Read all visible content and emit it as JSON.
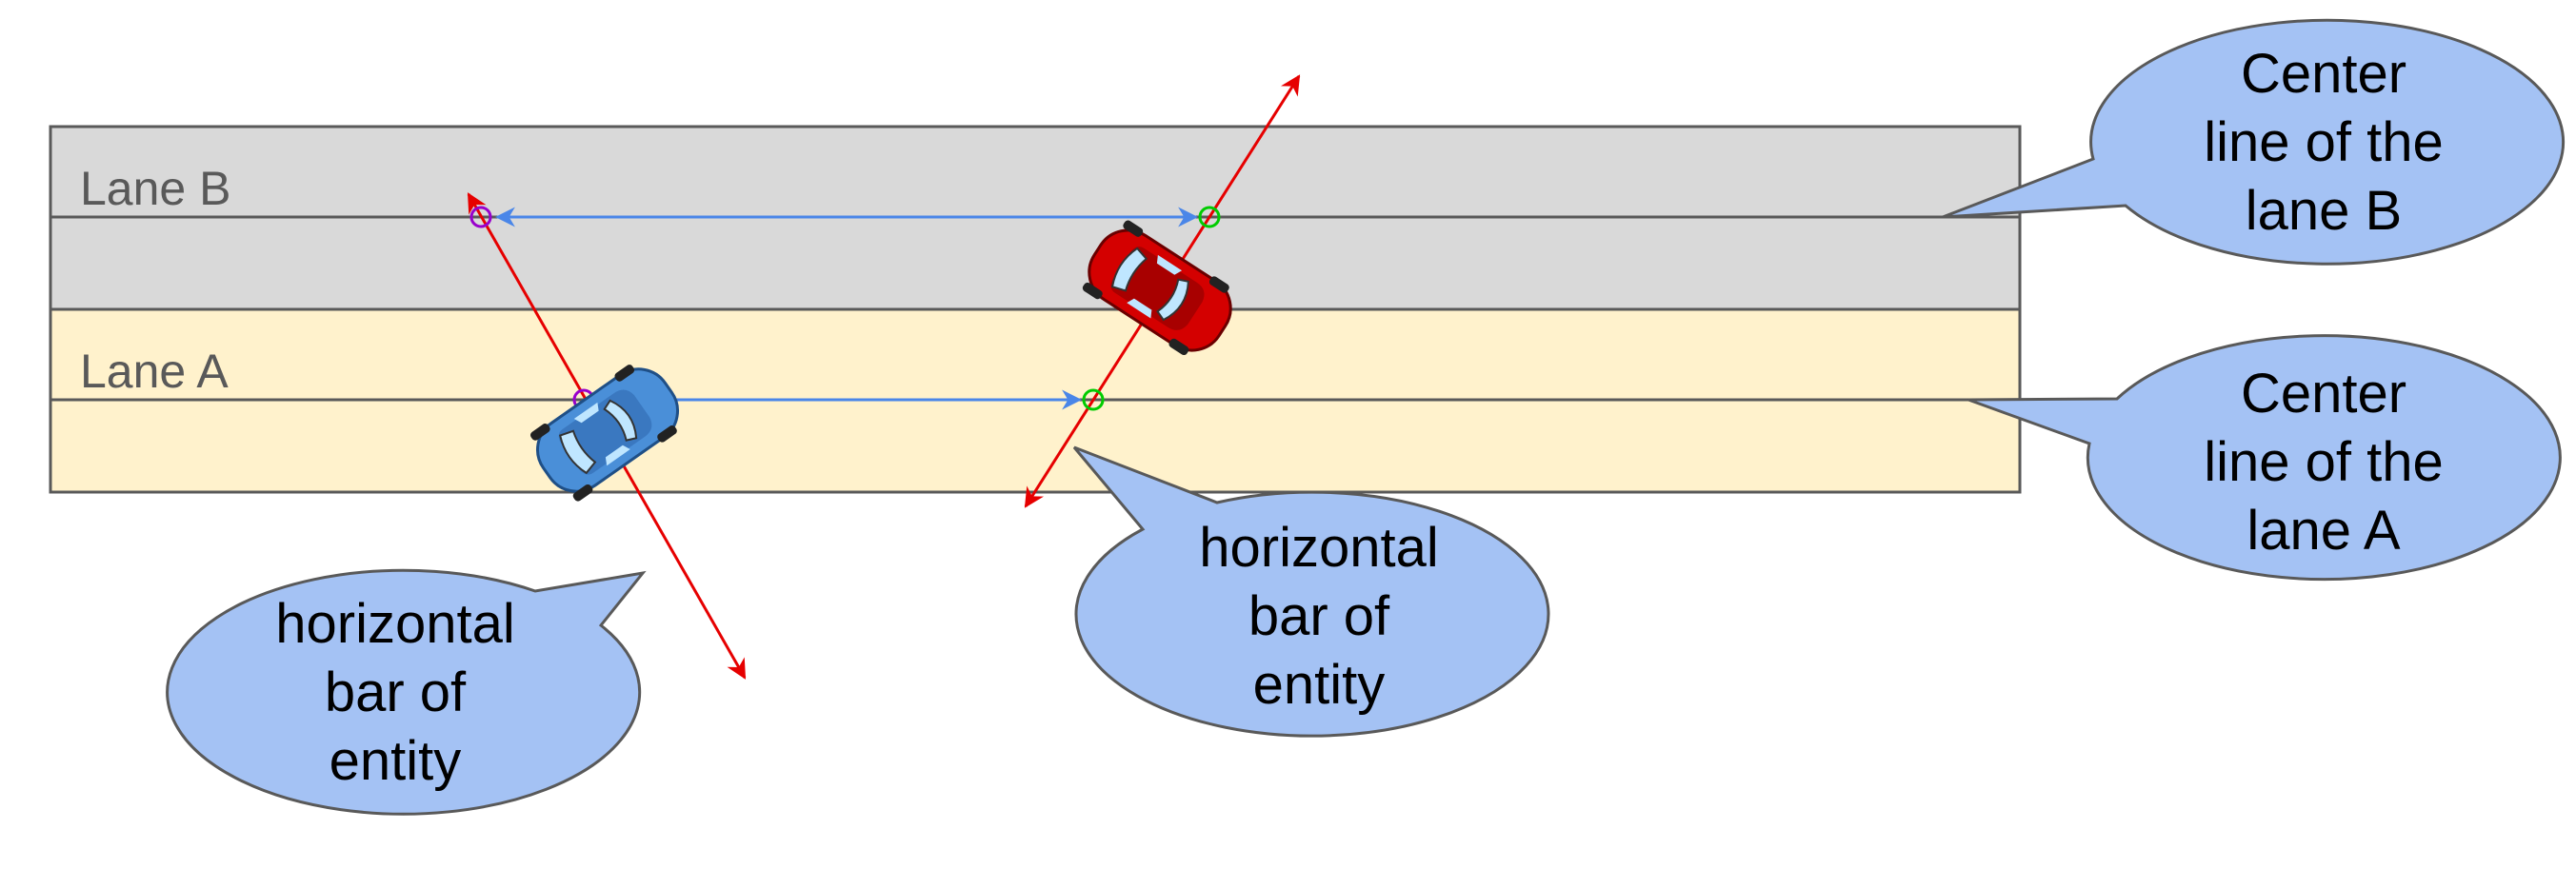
{
  "lanes": {
    "lane_b": {
      "label": "Lane B",
      "fill": "#d9d9d9"
    },
    "lane_a": {
      "label": "Lane A",
      "fill": "#fff2cc"
    }
  },
  "callouts": {
    "lane_b_center": {
      "lines": [
        "Center",
        "line of the",
        "lane B"
      ]
    },
    "lane_a_center": {
      "lines": [
        "Center",
        "line of the",
        "lane A"
      ]
    },
    "bar_red": {
      "lines": [
        "horizontal",
        "bar of",
        "entity"
      ]
    },
    "bar_blue": {
      "lines": [
        "horizontal",
        "bar of",
        "entity"
      ]
    }
  },
  "entities": [
    {
      "name": "red-car",
      "color": "#d40000"
    },
    {
      "name": "blue-car",
      "color": "#4a8fd8"
    }
  ],
  "colors": {
    "bubble": "#a4c2f4",
    "bubble_stroke": "#595959",
    "bar": "#e60000",
    "projection": "#4a86e8",
    "marker_green": "#00cc00",
    "marker_purple": "#9900cc"
  }
}
